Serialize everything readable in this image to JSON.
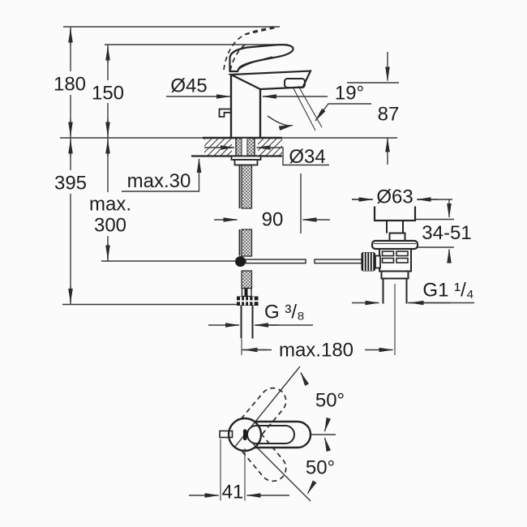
{
  "colors": {
    "background": "#fbfbfb",
    "object_line": "#262626",
    "dimension_line": "#3a3a3a",
    "fill_dark": "#1c1c1c"
  },
  "labels": {
    "height_to_raised_lever": "180",
    "height_to_lever": "150",
    "depth_below_deck": "395",
    "max_deck_thickness": "max.30",
    "max_hose_word": "max.",
    "max_hose_value": "300",
    "base_diameter": "Ø45",
    "spout_angle": "19°",
    "spout_outlet_height": "87",
    "mounting_hole_diameter": "Ø34",
    "rod_offset": "90",
    "waste_top_diameter": "Ø63",
    "basin_thickness_range": "34-51",
    "waste_thread": "G1 ¹/₄",
    "supply_thread": "G ³/₈",
    "max_center_distance": "max.180",
    "handle_swing_upper": "50°",
    "handle_swing_lower": "50°",
    "handle_front_offset": "41"
  }
}
